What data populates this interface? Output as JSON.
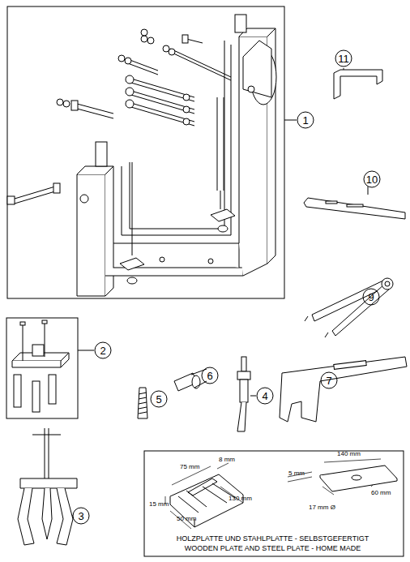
{
  "diagram": {
    "nodes": [
      {
        "text": [
          "75 mm",
          "8 mm",
          "15 mm",
          "130 mm",
          "50 mm",
          "5 mm",
          "140 mm",
          "17 mm Ø",
          "60 mm",
          "HOLZPLATTE UND STAHLPLATTE - SELBSTGEFERTIGT",
          "WOODEN PLATE AND STEEL PLATE - HOME MADE"
        ]
      }
    ],
    "labels": [
      "1",
      "2",
      "3",
      "4",
      "5",
      "6",
      "7",
      "9",
      "10",
      "11"
    ]
  }
}
